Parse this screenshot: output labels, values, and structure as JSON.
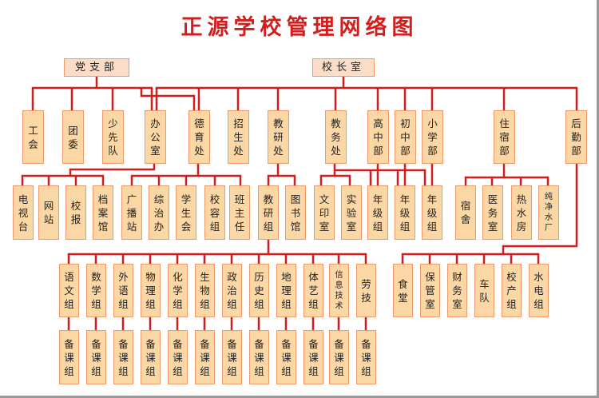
{
  "title": "正源学校管理网络图",
  "top": [
    "党支部",
    "校长室"
  ],
  "row1": [
    "工会",
    "团委",
    "少先队",
    "办公室",
    "德育处",
    "招生处",
    "教研处",
    "教务处",
    "高中部",
    "初中部",
    "小学部",
    "住宿部",
    "后勤部"
  ],
  "row2": [
    "电视台",
    "网站",
    "校报",
    "档案馆",
    "广播站",
    "综治办",
    "学生会",
    "校容组",
    "班主任",
    "教研组",
    "图书馆",
    "文印室",
    "实验室",
    "年级组",
    "年级组",
    "年级组",
    "宿舍",
    "医务室",
    "热水房",
    "纯净水厂"
  ],
  "subjects": [
    "语文组",
    "数学组",
    "外语组",
    "物理组",
    "化学组",
    "生物组",
    "政治组",
    "历史组",
    "地理组",
    "体艺组",
    "信息技术",
    "劳技"
  ],
  "prep": [
    "备课组",
    "备课组",
    "备课组",
    "备课组",
    "备课组",
    "备课组",
    "备课组",
    "备课组",
    "备课组",
    "备课组",
    "备课组",
    "备课组"
  ],
  "logistics": [
    "食堂",
    "保管室",
    "财务室",
    "车队",
    "校产组",
    "水电组"
  ],
  "colors": {
    "line": "#d41e1e",
    "box": "#fcd7a6",
    "border": "#ef9a6a"
  }
}
